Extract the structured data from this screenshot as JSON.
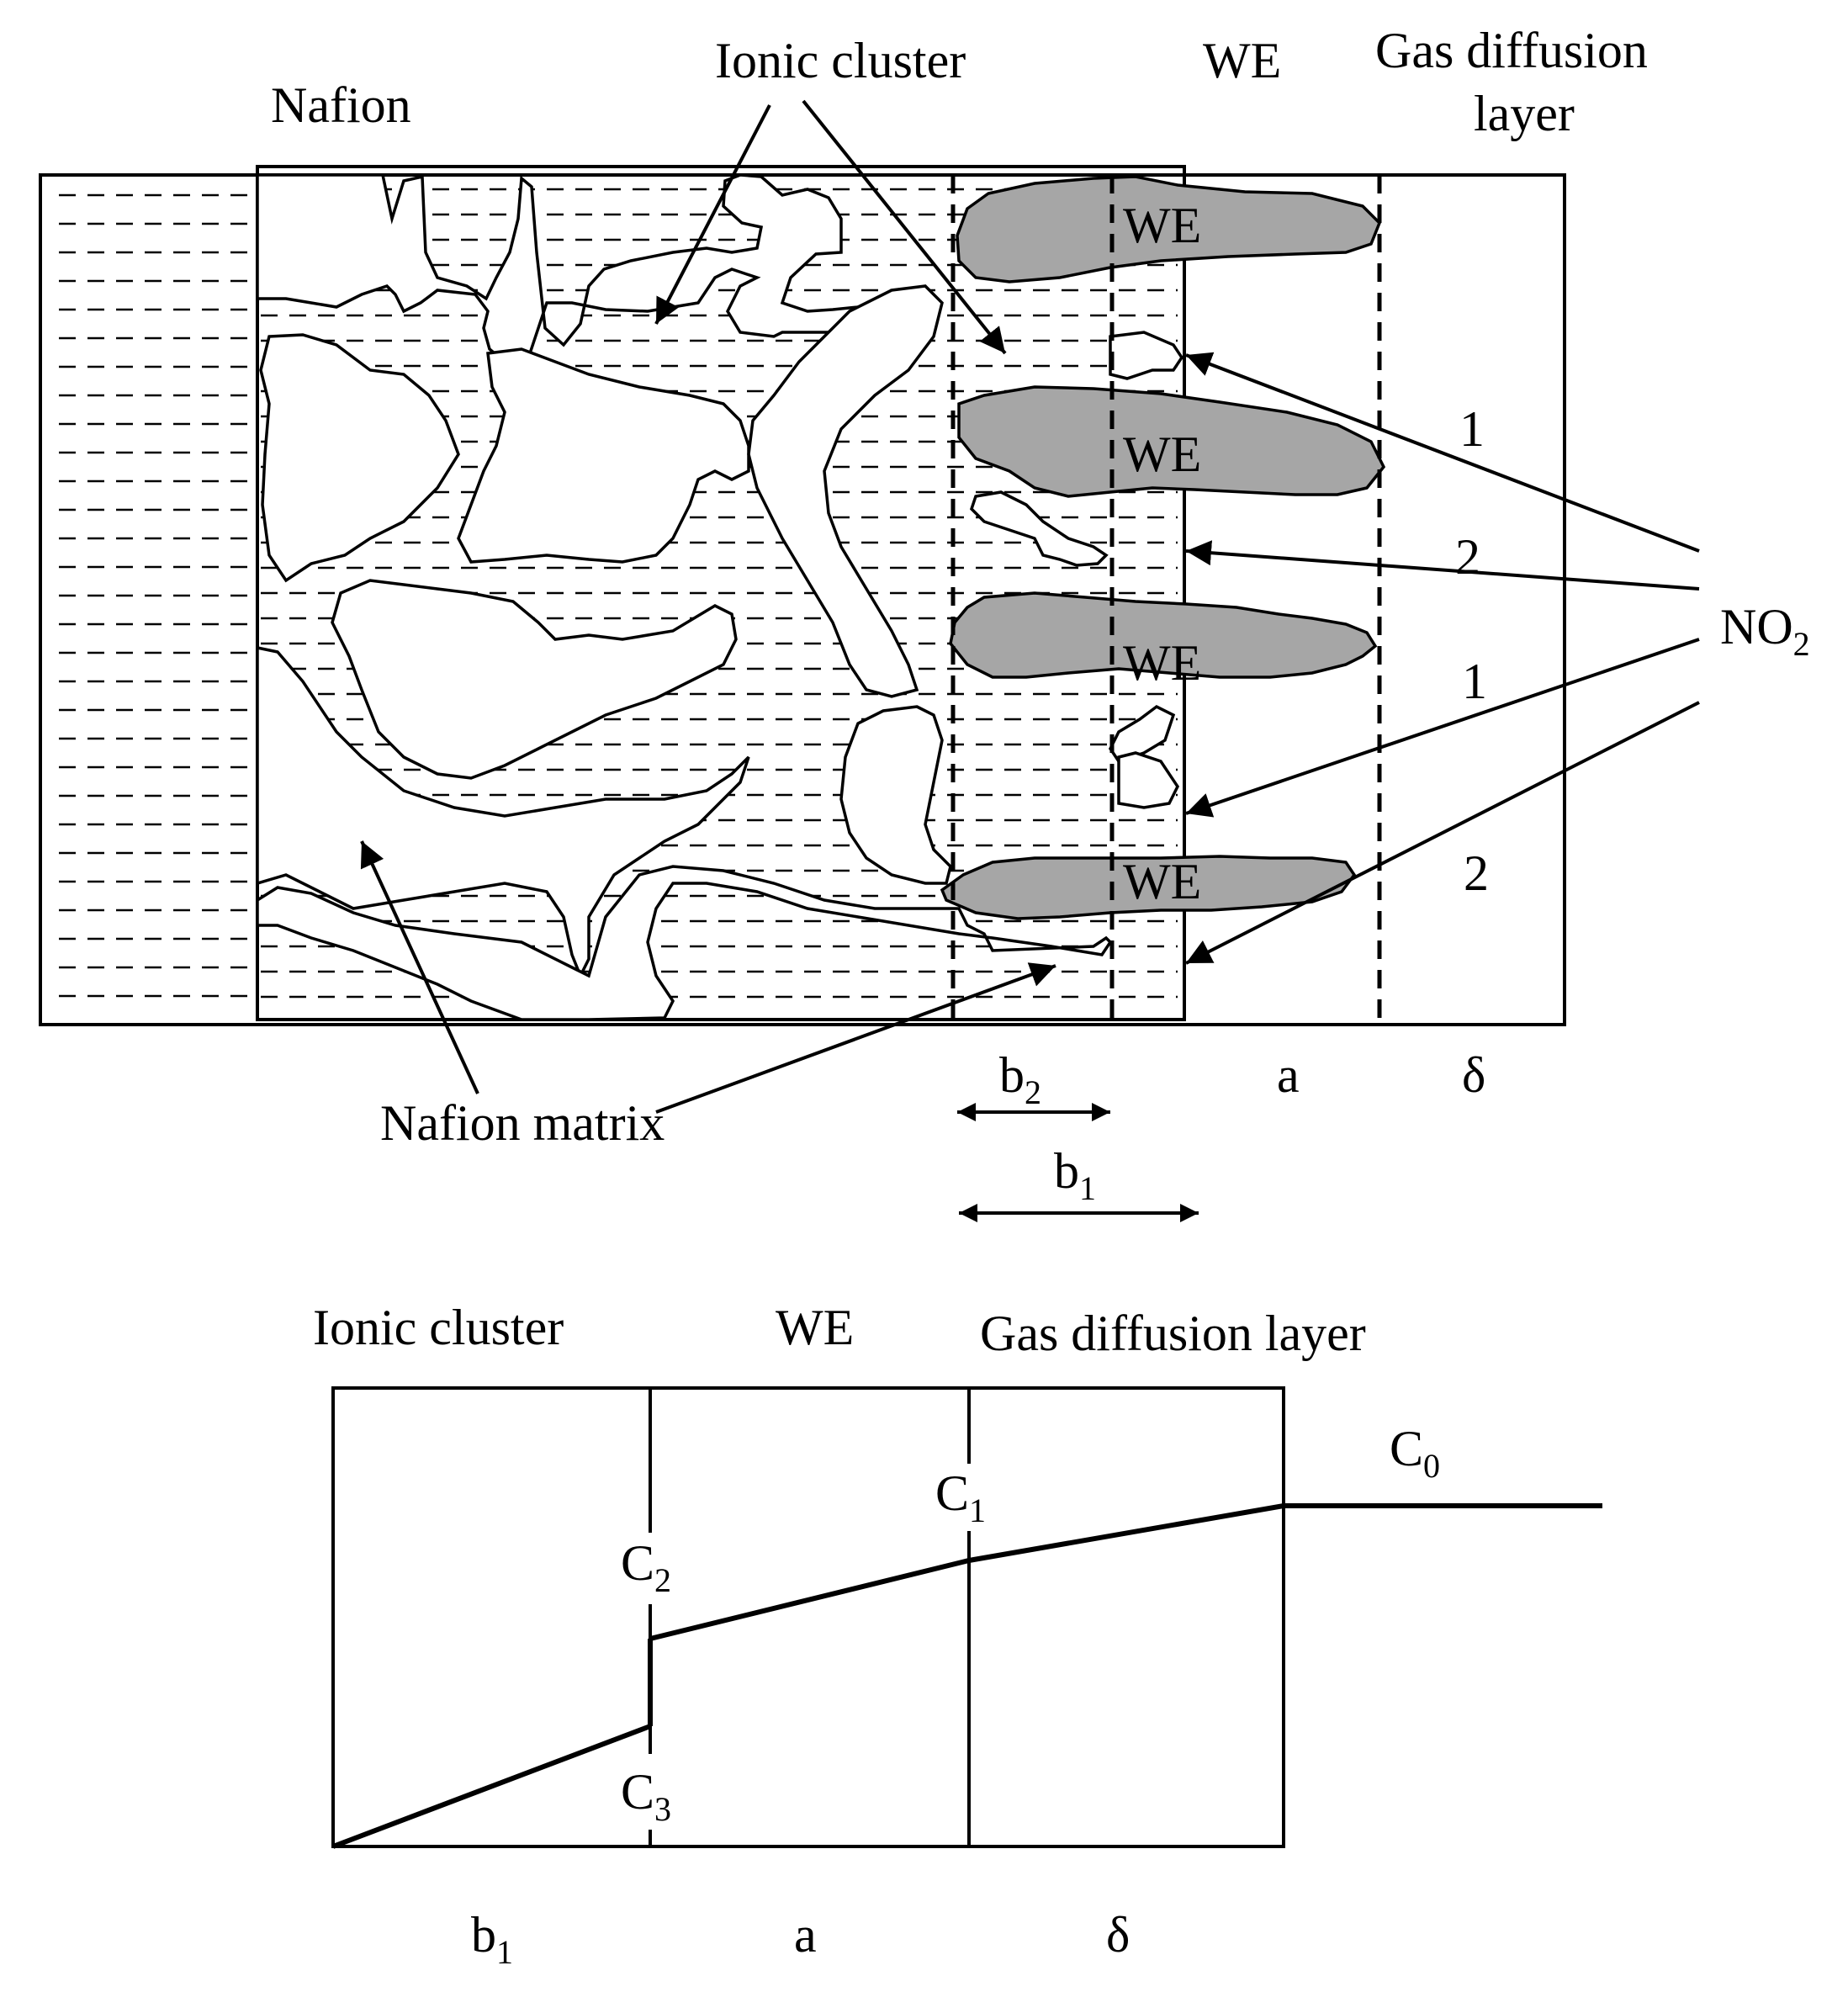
{
  "top": {
    "nafion": "Nafion",
    "ionic_cluster": "Ionic cluster",
    "we_header": "WE",
    "gdl_line1": "Gas diffusion",
    "gdl_line2": "layer",
    "we_particles": [
      "WE",
      "WE",
      "WE",
      "WE"
    ],
    "path_labels": [
      "1",
      "2",
      "1",
      "2"
    ],
    "no2_base": "NO",
    "no2_sub": "2",
    "nafion_matrix": "Nafion matrix",
    "b2_base": "b",
    "b2_sub": "2",
    "b1_base": "b",
    "b1_sub": "1",
    "a": "a",
    "delta": "δ"
  },
  "bottom": {
    "ionic_cluster": "Ionic cluster",
    "we": "WE",
    "gdl": "Gas diffusion layer",
    "c0_base": "C",
    "c0_sub": "0",
    "c1_base": "C",
    "c1_sub": "1",
    "c2_base": "C",
    "c2_sub": "2",
    "c3_base": "C",
    "c3_sub": "3",
    "b1_base": "b",
    "b1_sub": "1",
    "a": "a",
    "delta": "δ"
  }
}
